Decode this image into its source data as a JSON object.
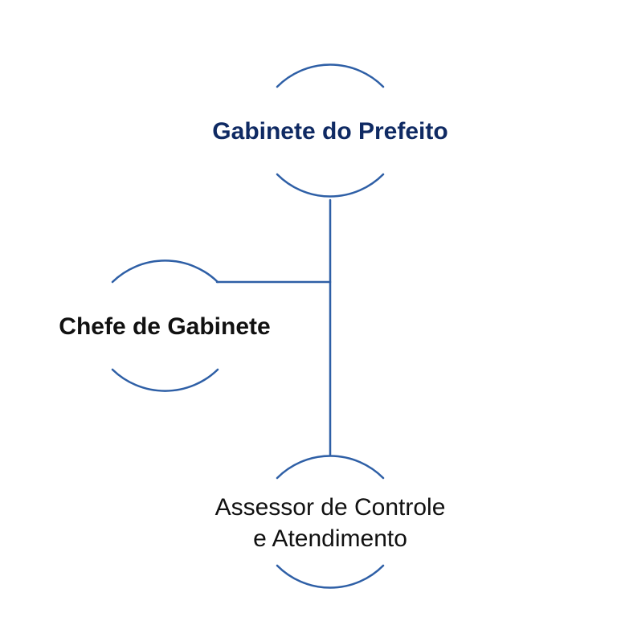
{
  "colors": {
    "line": "#2e5fa6",
    "title_primary": "#0f2a63",
    "title_secondary": "#111111",
    "plain_text": "#111111",
    "background": "#ffffff"
  },
  "nodes": {
    "top": {
      "label": "Gabinete do Prefeito"
    },
    "left": {
      "label": "Chefe de Gabinete"
    },
    "bottom": {
      "line1": "Assessor de Controle",
      "line2": "e Atendimento"
    }
  }
}
